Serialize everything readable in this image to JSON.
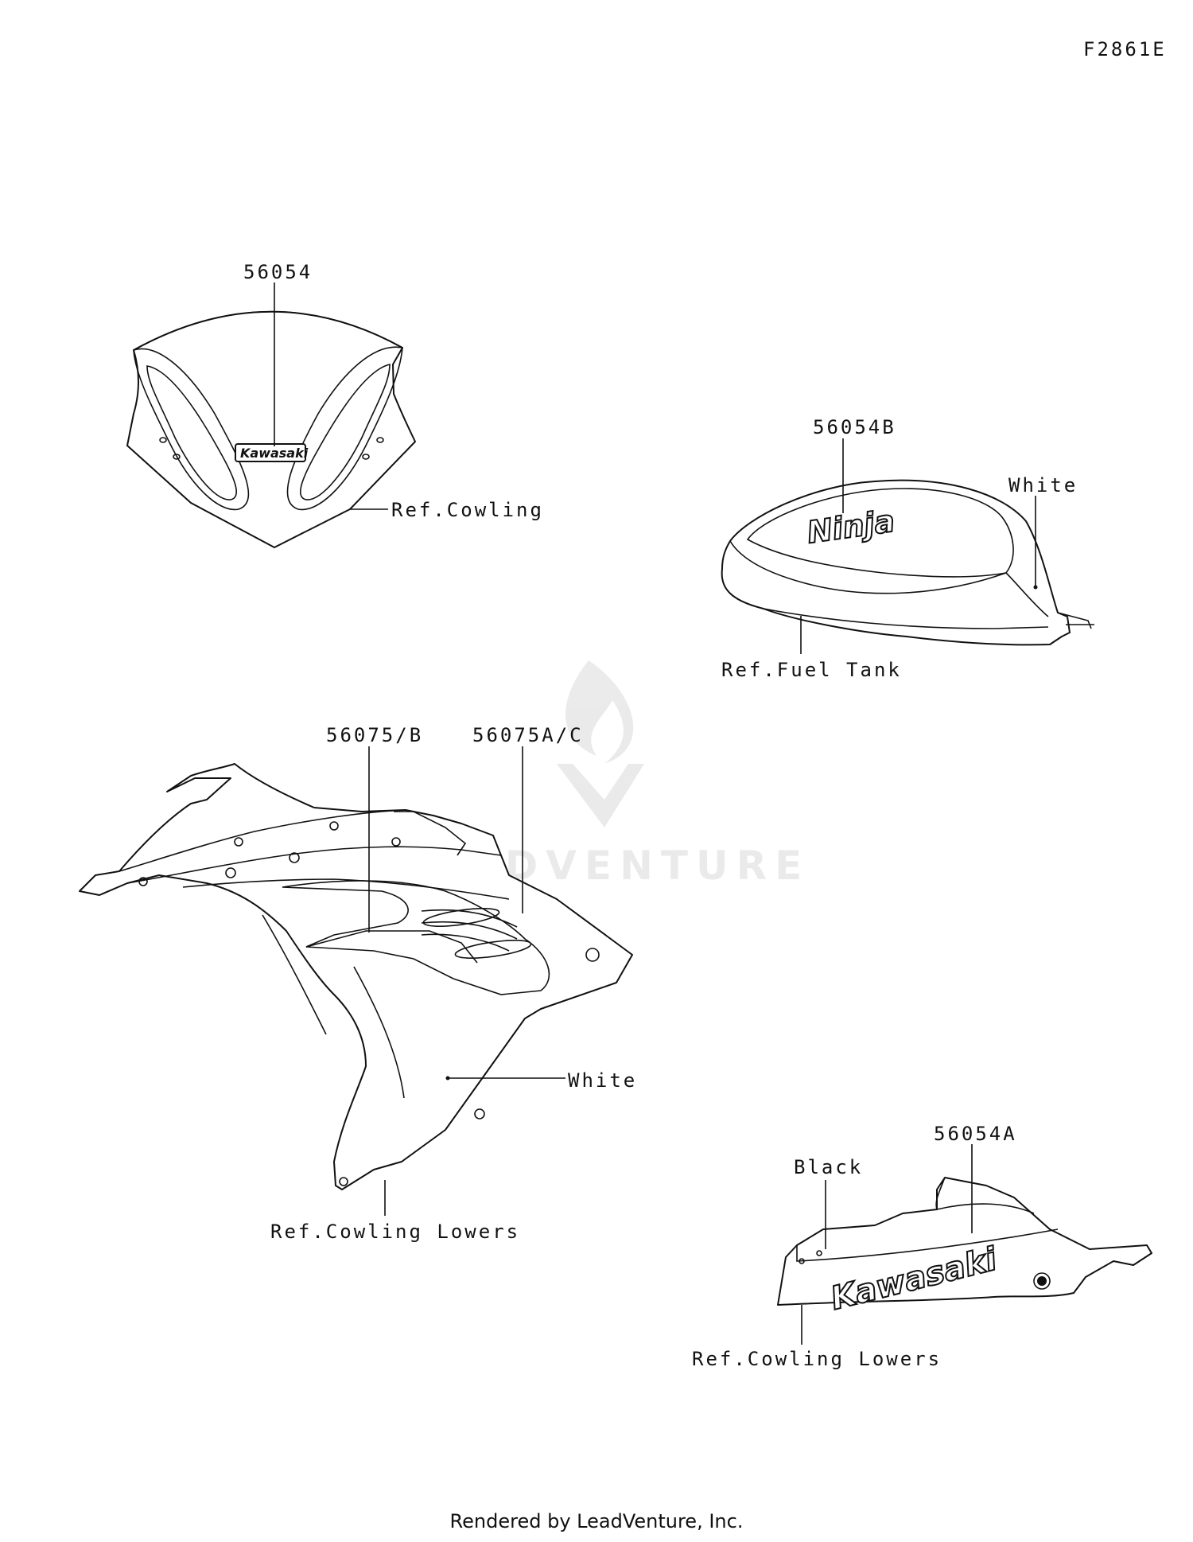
{
  "figure_id": "F2861E",
  "footer": "Rendered by LeadVenture, Inc.",
  "watermark": "LEADVENTURE",
  "logos": {
    "kawasaki": "Kawasaki",
    "ninja": "Ninja"
  },
  "callouts": {
    "windshield_part": "56054",
    "windshield_ref": "Ref.Cowling",
    "tank_part": "56054B",
    "tank_color": "White",
    "tank_ref": "Ref.Fuel Tank",
    "side_part_1": "56075/B",
    "side_part_2": "56075A/C",
    "side_color": "White",
    "side_ref": "Ref.Cowling Lowers",
    "lower_part": "56054A",
    "lower_color": "Black",
    "lower_ref": "Ref.Cowling Lowers"
  }
}
